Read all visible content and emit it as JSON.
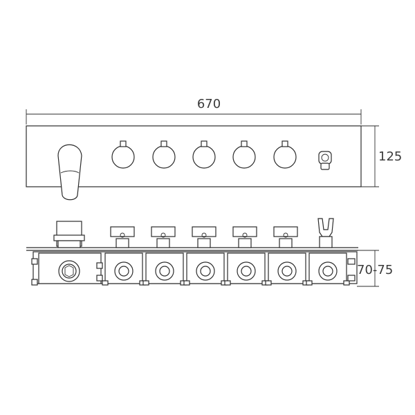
{
  "dimensions": {
    "width_label": "670",
    "height_label": "125",
    "depth_label": "70-75"
  },
  "front_view": {
    "lever_handle_count": 1,
    "round_knob_count": 5,
    "shower_outlet_count": 1
  },
  "side_view": {
    "square_handle_count": 5,
    "valve_body_count": 6,
    "hand_shower_holder_count": 1
  }
}
